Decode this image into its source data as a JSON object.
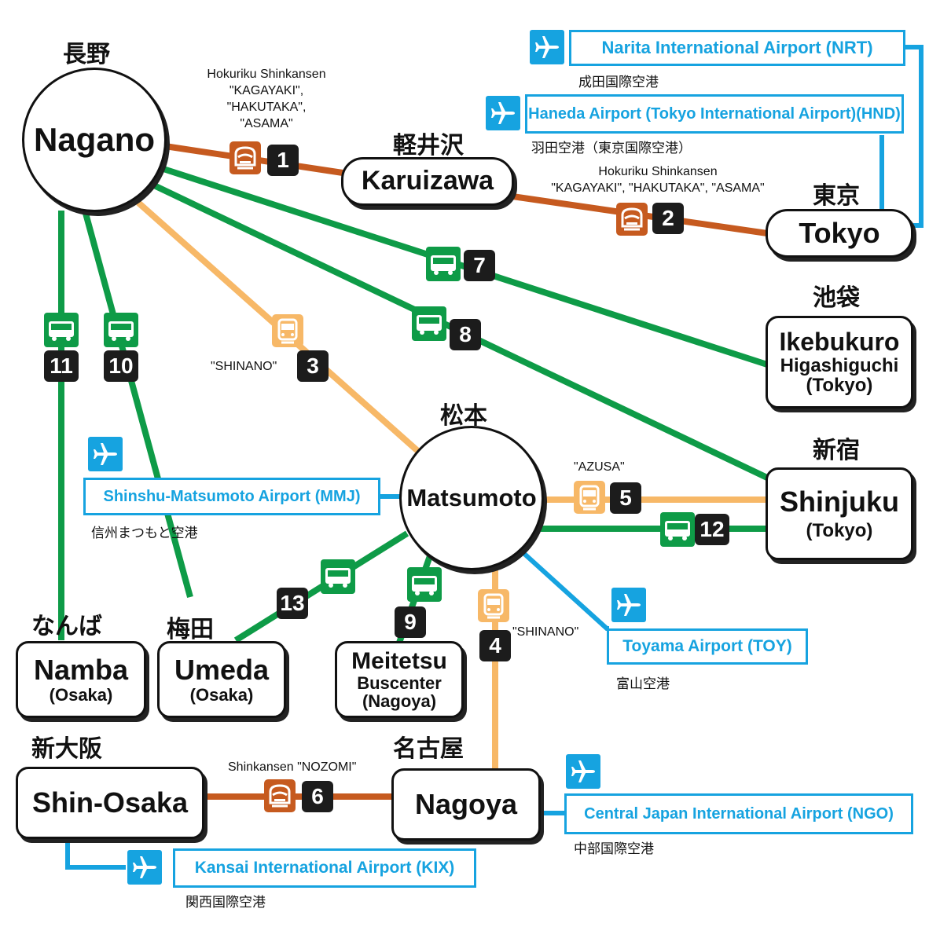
{
  "colors": {
    "shinkansen": "#c65a1f",
    "limited_express": "#f7b867",
    "bus": "#0e9b47",
    "airport": "#16a3e0",
    "ink": "#111111"
  },
  "hubs": {
    "nagano": {
      "en": "Nagano",
      "jp": "長野"
    },
    "matsumoto": {
      "en": "Matsumoto",
      "jp": "松本"
    }
  },
  "stations": {
    "karuizawa": {
      "en": "Karuizawa",
      "jp": "軽井沢"
    },
    "tokyo": {
      "en": "Tokyo",
      "jp": "東京"
    },
    "ikebukuro": {
      "en": "Ikebukuro",
      "sub": "Higashiguchi",
      "sub2": "(Tokyo)",
      "jp": "池袋"
    },
    "shinjuku": {
      "en": "Shinjuku",
      "sub": "(Tokyo)",
      "jp": "新宿"
    },
    "namba": {
      "en": "Namba",
      "sub": "(Osaka)",
      "jp": "なんば"
    },
    "umeda": {
      "en": "Umeda",
      "sub": "(Osaka)",
      "jp": "梅田"
    },
    "meitetsu": {
      "en": "Meitetsu",
      "sub": "Buscenter",
      "sub2": "(Nagoya)"
    },
    "shinosaka": {
      "en": "Shin-Osaka",
      "jp": "新大阪"
    },
    "nagoya": {
      "en": "Nagoya",
      "jp": "名古屋"
    }
  },
  "airports": {
    "narita": {
      "name": "Narita International Airport (NRT)",
      "jp": "成田国際空港",
      "icon": "airplane-icon"
    },
    "haneda": {
      "name": "Haneda Airport (Tokyo International Airport)(HND)",
      "jp": "羽田空港（東京国際空港）",
      "icon": "airplane-icon"
    },
    "mmj": {
      "name": "Shinshu-Matsumoto Airport (MMJ)",
      "jp": "信州まつもと空港",
      "icon": "airplane-icon"
    },
    "toyama": {
      "name": "Toyama Airport (TOY)",
      "jp": "富山空港",
      "icon": "airplane-icon"
    },
    "ngo": {
      "name": "Central  Japan International Airport (NGO)",
      "jp": "中部国際空港",
      "icon": "airplane-icon"
    },
    "kix": {
      "name": "Kansai International Airport (KIX)",
      "jp": "関西国際空港",
      "icon": "airplane-icon"
    }
  },
  "routes": {
    "r1": {
      "num": "1",
      "mode": "shinkansen",
      "caption": [
        "Hokuriku Shinkansen",
        "\"KAGAYAKI\",",
        "\"HAKUTAKA\",",
        "\"ASAMA\""
      ]
    },
    "r2": {
      "num": "2",
      "mode": "shinkansen",
      "caption": [
        "Hokuriku Shinkansen",
        "\"KAGAYAKI\", \"HAKUTAKA\", \"ASAMA\""
      ]
    },
    "r3": {
      "num": "3",
      "mode": "limited-express",
      "caption": [
        "\"SHINANO\""
      ]
    },
    "r4": {
      "num": "4",
      "mode": "limited-express",
      "caption": [
        "\"SHINANO\""
      ]
    },
    "r5": {
      "num": "5",
      "mode": "limited-express",
      "caption": [
        "\"AZUSA\""
      ]
    },
    "r6": {
      "num": "6",
      "mode": "shinkansen",
      "caption": [
        "Shinkansen \"NOZOMI\""
      ]
    },
    "r7": {
      "num": "7",
      "mode": "bus"
    },
    "r8": {
      "num": "8",
      "mode": "bus"
    },
    "r9": {
      "num": "9",
      "mode": "bus"
    },
    "r10": {
      "num": "10",
      "mode": "bus"
    },
    "r11": {
      "num": "11",
      "mode": "bus"
    },
    "r12": {
      "num": "12",
      "mode": "bus"
    },
    "r13": {
      "num": "13",
      "mode": "bus"
    }
  }
}
